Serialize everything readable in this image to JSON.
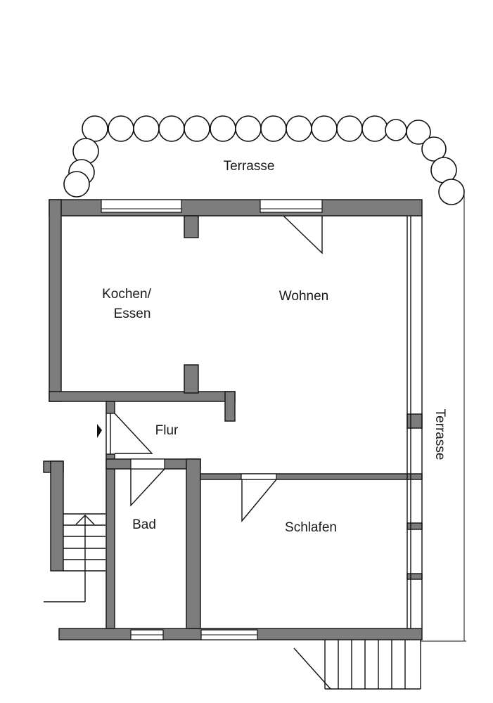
{
  "labels": {
    "terrace_top": "Terrasse",
    "terrace_side": "Terrasse",
    "kitchen_line1": "Kochen/",
    "kitchen_line2": "Essen",
    "living": "Wohnen",
    "hall": "Flur",
    "bath": "Bad",
    "bedroom": "Schlafen"
  },
  "colors": {
    "wall_fill": "#7d7d7d",
    "line": "#111111",
    "background": "#ffffff"
  }
}
